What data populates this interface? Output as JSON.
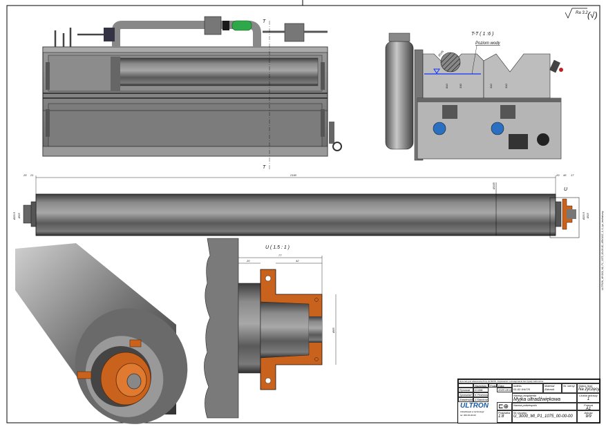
{
  "roughness": "Ra 3.2",
  "front_view": {
    "section_mark_top": "T",
    "section_mark_bottom": "T"
  },
  "section_view": {
    "title": "T-T ( 1 :6 )",
    "water_label": "Poziom wody",
    "dims": [
      "Ø165",
      "810",
      "330",
      "310",
      "310"
    ]
  },
  "roller_view": {
    "dims": {
      "length": "2160",
      "left_a": "25",
      "left_b": "21",
      "right_a": "20",
      "right_b": "45",
      "right_c": "17",
      "diameter": "Ø165",
      "left_d1": "Ø25.5",
      "left_d2": "Ø15",
      "right_d1": "Ø25.5",
      "right_d2": "Ø15"
    },
    "detail_mark": "U"
  },
  "detail_view": {
    "title": "U ( 1.5 : 1 )",
    "dims": {
      "total": "77",
      "left": "20",
      "right": "42",
      "diameter": "Ø65"
    }
  },
  "title_block": {
    "header_note": "Rysunek jest własnością firmy ULTRON. Kopiowanie i udostępnianie bez zgody zabronione.",
    "col_name": "Nazwisko",
    "col_sign": "Podpis",
    "col_date": "Data",
    "row_drawn": "Rysował",
    "row_checked": "Sprawdził",
    "row_approved": "Zatwierdził",
    "drawn_name": "D.Wilk",
    "drawn_date": "2020-08-06",
    "checked_name": "K.Piotrowski",
    "approved_name": "J.Stankowski",
    "index_label": "Indeks",
    "index_value": "01-02-0/4/7/5",
    "material_label": "Materiał",
    "material_value": "Zbiornik",
    "mass_label": "Nr. wersji",
    "status_label": "Status (typ)",
    "status_value": "Na życzęcy",
    "name_label": "Nazwa urządzenia",
    "name_value": "Myjka ultradźwiękowa",
    "sheet_count_label": "Liczba arkuszy",
    "sheet_count_value": "1",
    "part_label": "Nazwa podzespołu",
    "format_label": "Format",
    "format_value": "A1",
    "scale_label": "Podziałka",
    "scale_value": "1:8",
    "drawing_no_label": "Nr rysunku",
    "drawing_no_value": "U_3000_MI_P1_1075_00-00-00",
    "sheet_label": "Arkusz",
    "sheet_value": "9/9",
    "company": "ULTRON",
    "company_sub": "Ultradźwięki w technologii",
    "company_addr": "tel. 000 00-00-00"
  },
  "side_margin_text": "ULTRON_MYJKA_MI_P1_1075_00-00-00_ARKUSZ_9_9_rys_techniczny"
}
